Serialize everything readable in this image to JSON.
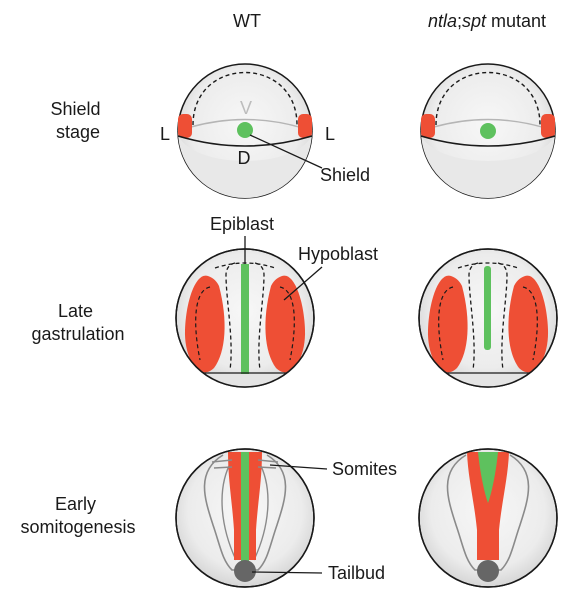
{
  "colors": {
    "egg_fill": "#f2f2f2",
    "egg_edge": "#dcdcdc",
    "outline": "#1a1a1a",
    "mesoderm": "#ee4f35",
    "axial": "#5ec15e",
    "tailbud": "#666666",
    "somite_lines": "#8a8a8a"
  },
  "icons": [
    "embryo-shield-stage",
    "embryo-late-gastrulation",
    "embryo-early-somitogenesis"
  ],
  "columns": {
    "wt": "WT",
    "mutant_italic_1": "ntla",
    "mutant_sep": ";",
    "mutant_italic_2": "spt",
    "mutant_rest": " mutant"
  },
  "rows": {
    "shield_line1": "Shield",
    "shield_line2": "stage",
    "late_line1": "Late",
    "late_line2": "gastrulation",
    "early_line1": "Early",
    "early_line2": "somitogenesis"
  },
  "axes_labels": {
    "left": "L",
    "right": "L",
    "ventral": "V",
    "dorsal": "D"
  },
  "annotations": {
    "shield": "Shield",
    "epiblast": "Epiblast",
    "hypoblast": "Hypoblast",
    "somites": "Somites",
    "tailbud": "Tailbud"
  }
}
